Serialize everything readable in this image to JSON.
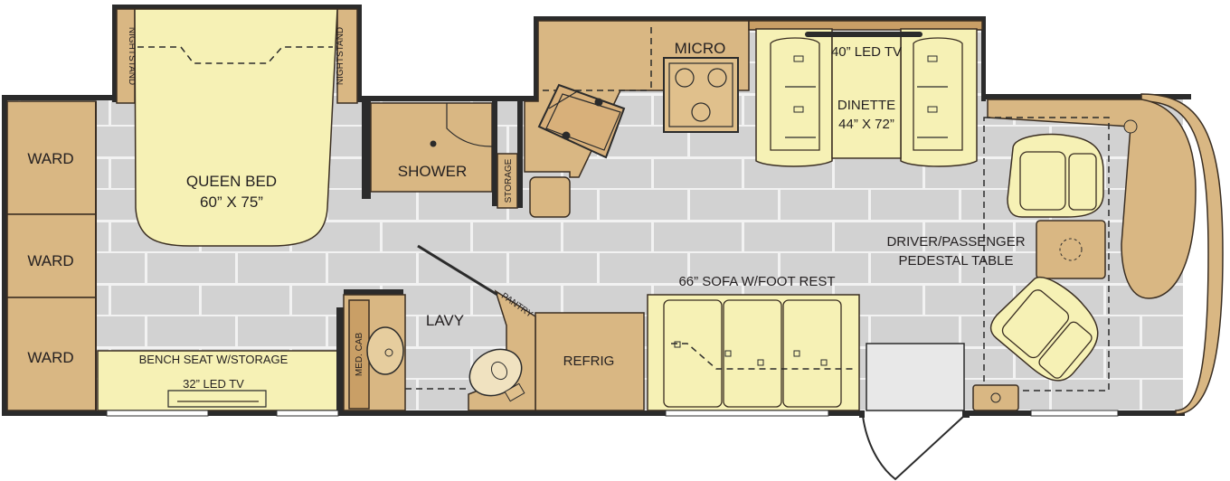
{
  "floorplan": {
    "rooms": {
      "ward_1": "WARD",
      "ward_2": "WARD",
      "ward_3": "WARD",
      "nightstand_left": "NIGHTSTAND",
      "nightstand_right": "NIGHTSTAND",
      "bed_name": "QUEEN BED",
      "bed_size": "60” X 75”",
      "shower": "SHOWER",
      "storage": "STORAGE",
      "micro": "MICRO",
      "tv_front": "40” LED TV",
      "dinette_name": "DINETTE",
      "dinette_size": "44” X 72”",
      "table_line1": "DRIVER/PASSENGER",
      "table_line2": "PEDESTAL TABLE",
      "sofa": "66” SOFA W/FOOT REST",
      "lavy": "LAVY",
      "pantry": "PANTRY",
      "med_cab": "MED. CAB",
      "refrig": "REFRIG",
      "bench_seat": "BENCH SEAT W/STORAGE",
      "tv_rear": "32” LED TV"
    },
    "colors": {
      "floor_tile": "#d2d2d2",
      "grout": "#f2f2f2",
      "wood": "#d9b783",
      "cream": "#f6f1b5",
      "wall": "#2b2b2b"
    }
  }
}
